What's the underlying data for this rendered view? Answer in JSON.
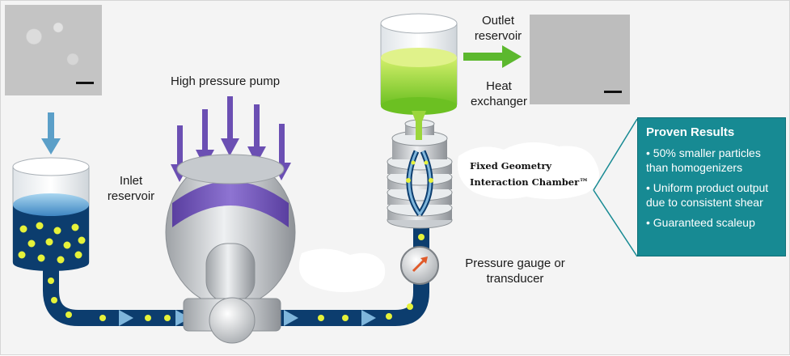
{
  "labels": {
    "pump": "High pressure pump",
    "inlet_line1": "Inlet",
    "inlet_line2": "reservoir",
    "outlet_line1": "Outlet",
    "outlet_line2": "reservoir",
    "heat_line1": "Heat",
    "heat_line2": "exchanger",
    "chamber_line1": "Fixed Geometry",
    "chamber_line2": "Interaction Chamber™",
    "gauge_line1": "Pressure gauge or",
    "gauge_line2": "transducer"
  },
  "results": {
    "title": "Proven Results",
    "items": [
      "• 50% smaller particles than homogenizers",
      "• Uniform product output due to consistent shear",
      "• Guaranteed scaleup"
    ]
  },
  "colors": {
    "pipe": "#0c3d6e",
    "particle": "#e6f23a",
    "arrow_blue": "#5b9fc8",
    "pump_band": "#7a5ec0",
    "pump_arrow": "#6b4fb3",
    "outlet_fluid": "#8fd12d",
    "outlet_arrow": "#5cb82e",
    "results_bg": "#178a93",
    "gauge_needle": "#e05a2a"
  },
  "icons": [
    "down-arrow-icon",
    "pump-arrow-icon",
    "flow-arrow-icon",
    "right-arrow-icon"
  ]
}
